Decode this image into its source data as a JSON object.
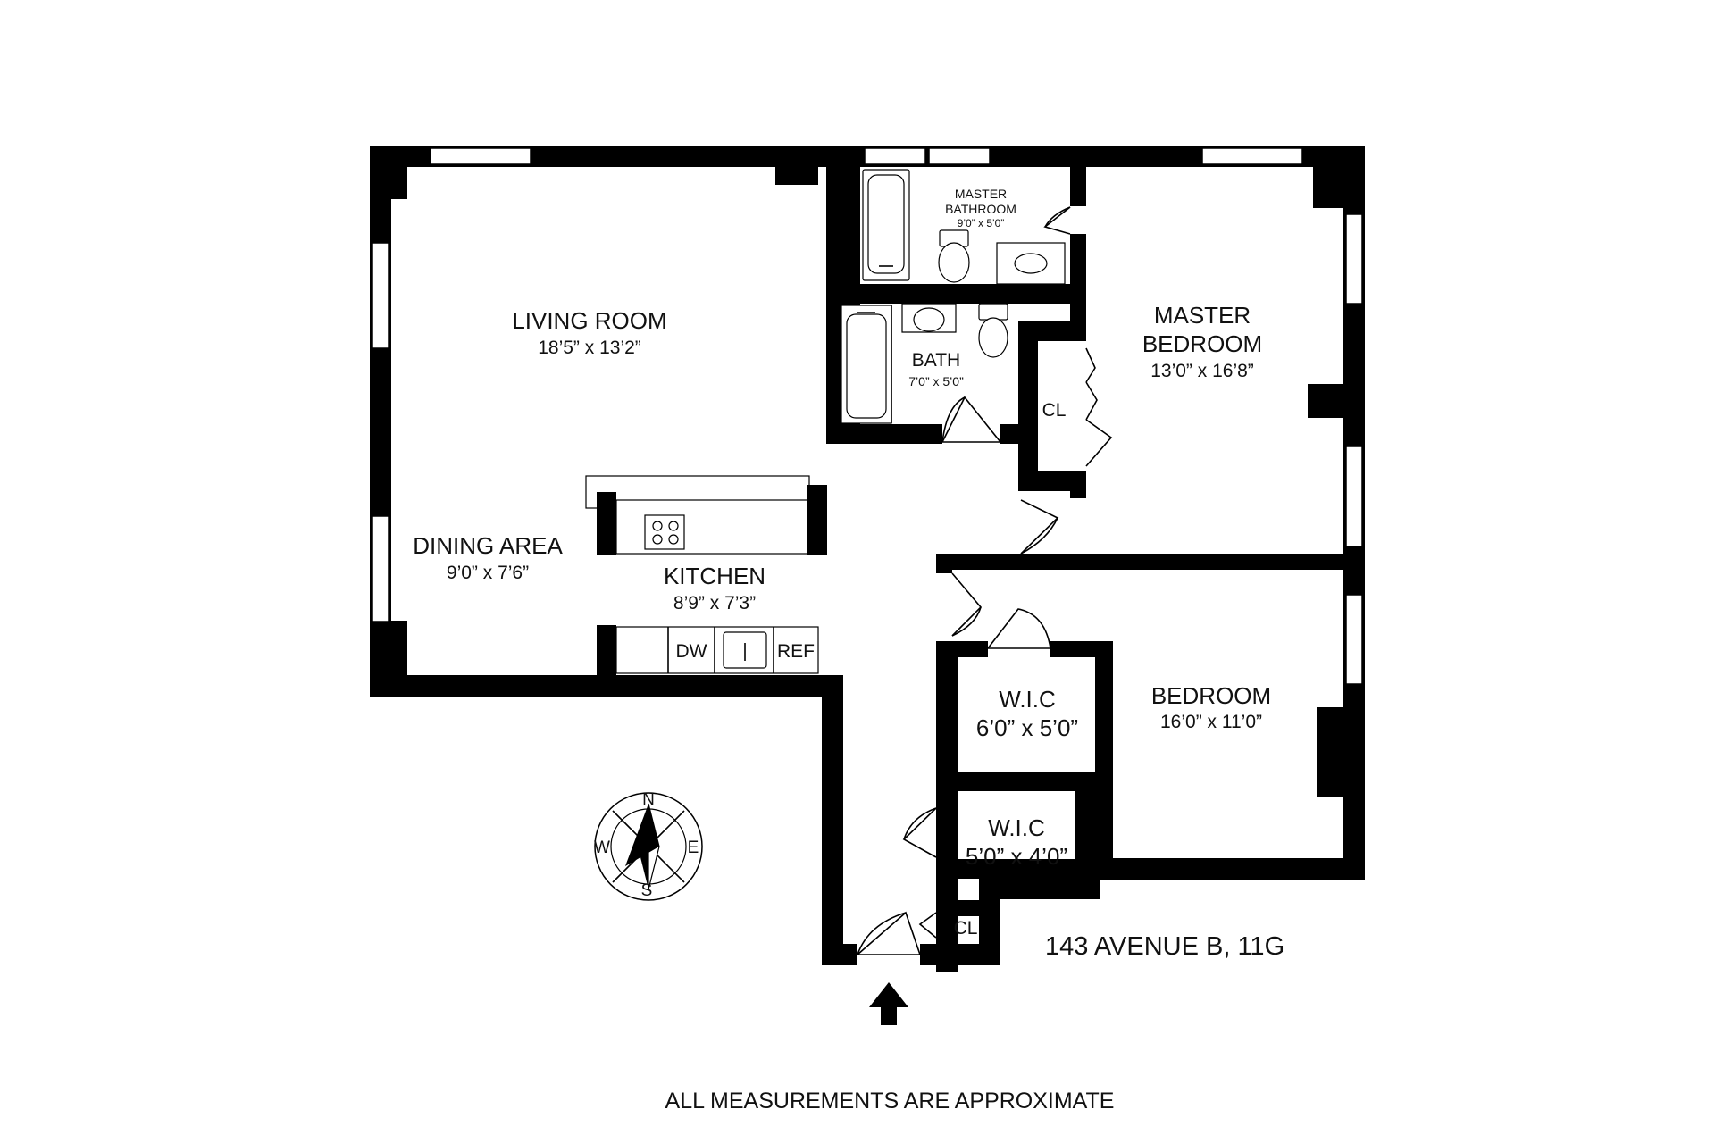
{
  "rooms": {
    "living_room": {
      "name": "LIVING ROOM",
      "size": "18’5” x 13’2”"
    },
    "dining_area": {
      "name": "DINING AREA",
      "size": "9’0” x 7’6”"
    },
    "kitchen": {
      "name": "KITCHEN",
      "size": "8’9” x 7’3”"
    },
    "master_bathroom": {
      "name_line1": "MASTER",
      "name_line2": "BATHROOM",
      "size": "9’0” x 5’0”"
    },
    "bath": {
      "name": "BATH",
      "size": "7’0” x 5’0”"
    },
    "master_bedroom": {
      "name_line1": "MASTER",
      "name_line2": "BEDROOM",
      "size": "13’0” x 16’8”"
    },
    "bedroom": {
      "name": "BEDROOM",
      "size": "16’0” x 11’0”"
    },
    "wic_1": {
      "name": "W.I.C",
      "size": "6’0” x 5’0”"
    },
    "wic_2": {
      "name": "W.I.C",
      "size": "5’0” x 4’0”"
    },
    "closet_master": {
      "name": "CL"
    },
    "closet_entry": {
      "name": "CL"
    }
  },
  "appliances": {
    "dishwasher": "DW",
    "refrigerator": "REF"
  },
  "compass": {
    "north": "N",
    "south": "S",
    "east": "E",
    "west": "W"
  },
  "address": "143 AVENUE B, 11G",
  "footnote": "ALL MEASUREMENTS ARE APPROXIMATE"
}
